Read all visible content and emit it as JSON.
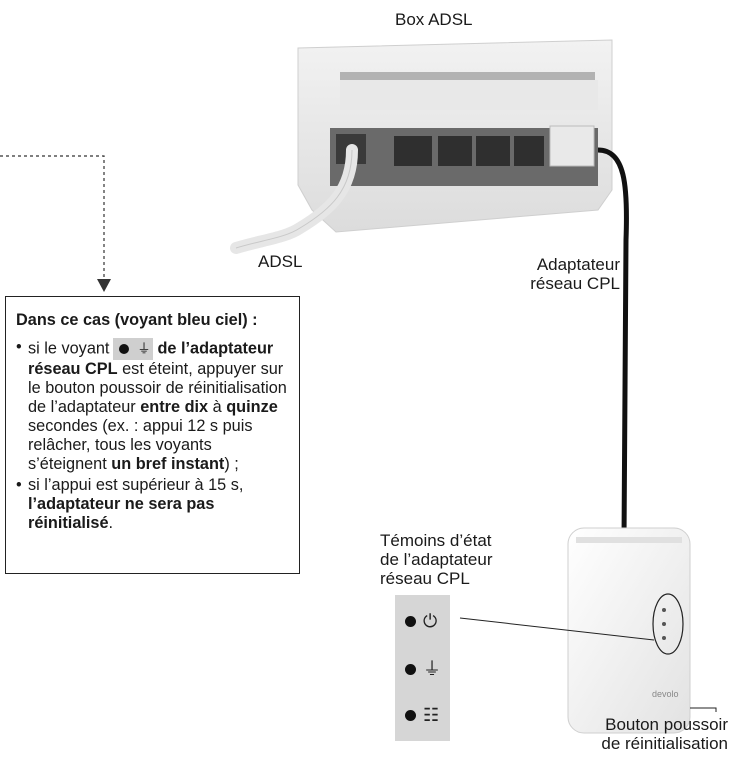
{
  "labels": {
    "box_adsl": "Box ADSL",
    "adsl": "ADSL",
    "adapter_line1": "Adaptateur",
    "adapter_line2": "réseau CPL",
    "temoins_line1": "Témoins d’état",
    "temoins_line2": "de l’adaptateur",
    "temoins_line3": "réseau CPL",
    "reset_line1": "Bouton poussoir",
    "reset_line2": "de réinitialisation"
  },
  "callout": {
    "title": "Dans ce cas (voyant bleu ciel) :",
    "item1": {
      "t1": "si le voyant",
      "t2": "de l’adaptateur réseau CPL",
      "t3": " est éteint, appuyer sur le bouton poussoir de réinitialisation de l’adaptateur ",
      "t4": "entre dix",
      "t5": " à ",
      "t6": "quinze",
      "t7": " secondes (ex. : appui 12 s puis relâcher, tous les voyants s’éteignent ",
      "t8": "un bref instant",
      "t9": ") ;"
    },
    "item2": {
      "t1": "si l’appui est supérieur à 15 s, ",
      "t2": "l’adaptateur ne sera pas réinitialisé",
      "t3": "."
    }
  },
  "adapter_brand": "devolo",
  "icons": {
    "power": "power-icon",
    "plug": "plug-icon",
    "network": "network-icon"
  }
}
